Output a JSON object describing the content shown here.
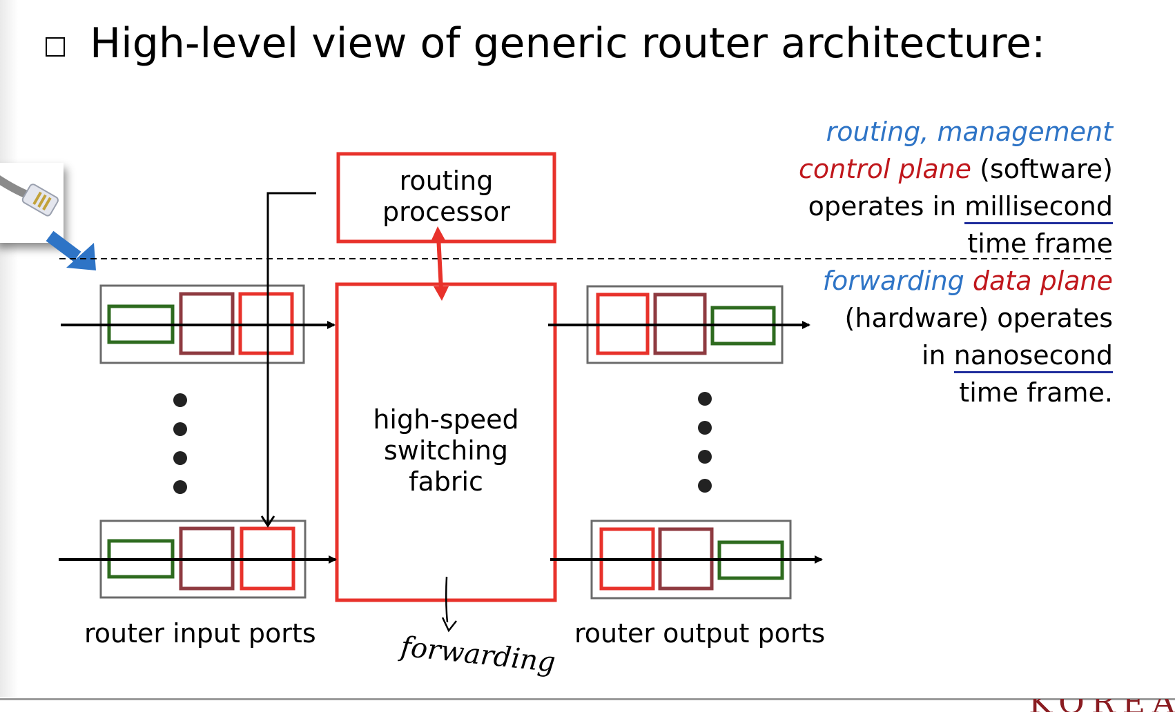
{
  "slide": {
    "bullet_icon": "hollow-square-bullet-icon",
    "title": "High-level view of generic router architecture:"
  },
  "diagram": {
    "routing_processor": {
      "line1": "routing",
      "line2": "processor"
    },
    "switching_fabric": {
      "line1": "high-speed",
      "line2": "switching",
      "line3": "fabric"
    },
    "input_ports_label": "router input ports",
    "output_ports_label": "router output ports",
    "handwritten_note": "forwarding",
    "ethernet_cable_icon": "ethernet-cable-icon",
    "blue_arrow_icon": "arrow-down-right-icon",
    "colors": {
      "routing_box": "#e8322b",
      "queue_green": "#2e6b1f",
      "queue_maroon": "#8e3a40",
      "queue_red": "#e8322b",
      "arrow_blue": "#2e74c6"
    }
  },
  "notes": {
    "control": {
      "routing": "routing, management",
      "control_plane": "control plane",
      "software": "(software)",
      "operates_in": "operates in",
      "millisecond": "millisecond",
      "time_frame": "time frame"
    },
    "data": {
      "forwarding": "forwarding",
      "data_plane": "data plane",
      "hardware_operates": "(hardware) operates",
      "in": "in",
      "nanosecond": "nanosecond",
      "time_frame": "time frame."
    },
    "colors": {
      "blue": "#2e74c6",
      "red": "#c0171c",
      "underline": "#1f2d9c"
    }
  },
  "footer": {
    "logo_fragment": "KOREA"
  }
}
